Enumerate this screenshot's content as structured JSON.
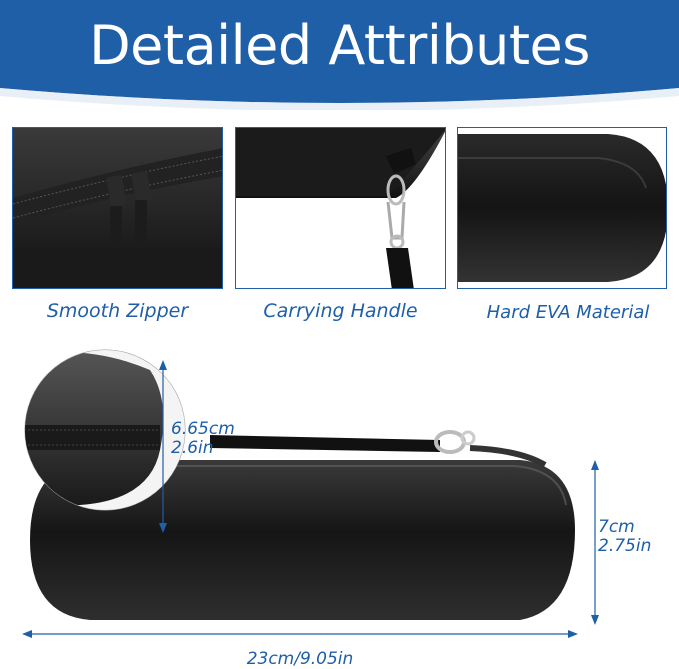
{
  "banner": {
    "title": "Detailed Attributes",
    "color": "#1f5fa8"
  },
  "features": [
    {
      "label": "Smooth Zipper"
    },
    {
      "label": "Carrying Handle"
    },
    {
      "label": "Hard EVA Material"
    }
  ],
  "dimensions": {
    "height_cm": "6.65cm",
    "height_in": "2.6in",
    "width_cm": "7cm",
    "width_in": "2.75in",
    "length": "23cm/9.05in"
  },
  "colors": {
    "accent": "#1f5fa8",
    "case": "#1a1a1a"
  }
}
